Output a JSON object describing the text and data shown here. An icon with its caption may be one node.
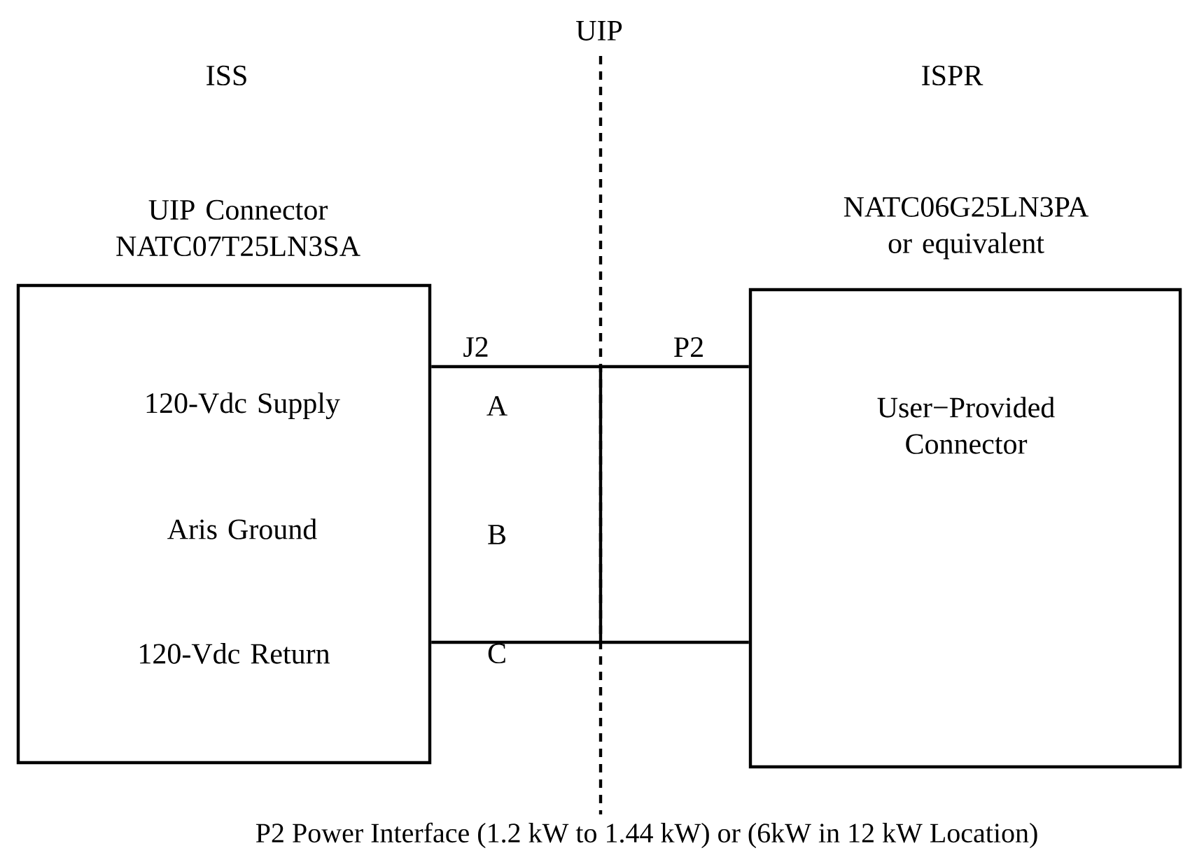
{
  "diagram": {
    "caption": "P2 Power Interface (1.2 kW to 1.44 kW) or (6kW in 12 kW Location)",
    "nodes": [
      {
        "text": [
          "UIP Connector NATC07T25LN3SA",
          "120-Vdc Supply",
          "Aris Ground",
          "120-Vdc Return"
        ]
      },
      {
        "text": [
          "NATC06G25LN3PA or equivalent",
          "User−Provided Connector"
        ]
      }
    ],
    "edges": [
      {
        "from": 0,
        "to": 1,
        "arrow": "none"
      },
      {
        "from": 0,
        "to": 1,
        "arrow": "none"
      }
    ],
    "labels": [
      "UIP",
      "ISS",
      "ISPR",
      "J2",
      "P2",
      "A",
      "B",
      "C"
    ]
  }
}
